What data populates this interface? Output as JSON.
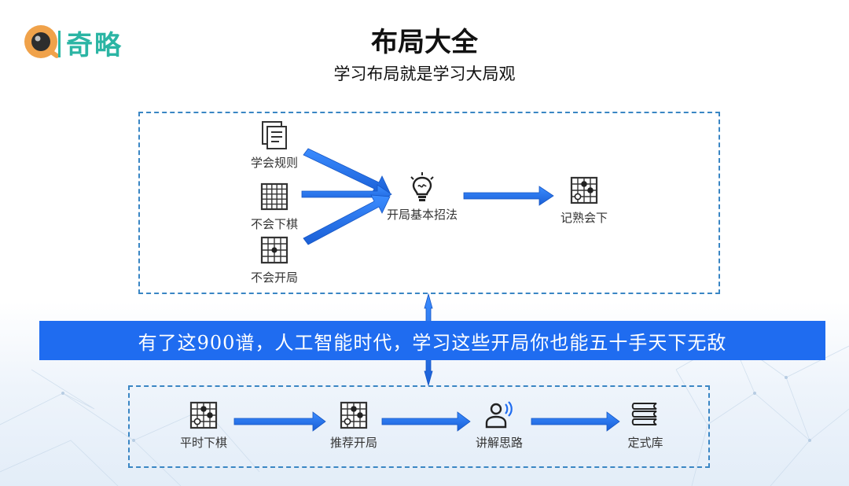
{
  "brand": {
    "name": "奇略"
  },
  "header": {
    "title": "布局大全",
    "subtitle": "学习布局就是学习大局观"
  },
  "top_flow": {
    "inputs": [
      {
        "label": "学会规则",
        "icon": "document-stack-icon"
      },
      {
        "label": "不会下棋",
        "icon": "empty-board-icon"
      },
      {
        "label": "不会开局",
        "icon": "board-one-stone-icon"
      }
    ],
    "center": {
      "label": "开局基本招法",
      "icon": "lightbulb-icon"
    },
    "output": {
      "label": "记熟会下",
      "icon": "board-stones-icon"
    }
  },
  "banner": {
    "text": "有了这900谱，人工智能时代，学习这些开局你也能五十手天下无敌"
  },
  "bottom_flow": {
    "steps": [
      {
        "label": "平时下棋",
        "icon": "board-stones-icon"
      },
      {
        "label": "推荐开局",
        "icon": "board-stones-icon"
      },
      {
        "label": "讲解思路",
        "icon": "speaker-person-icon"
      },
      {
        "label": "定式库",
        "icon": "book-stack-icon"
      }
    ]
  },
  "colors": {
    "accent": "#1f6cf0",
    "dashed_border": "#3a86c4",
    "brand_text": "#2bb5a4"
  }
}
